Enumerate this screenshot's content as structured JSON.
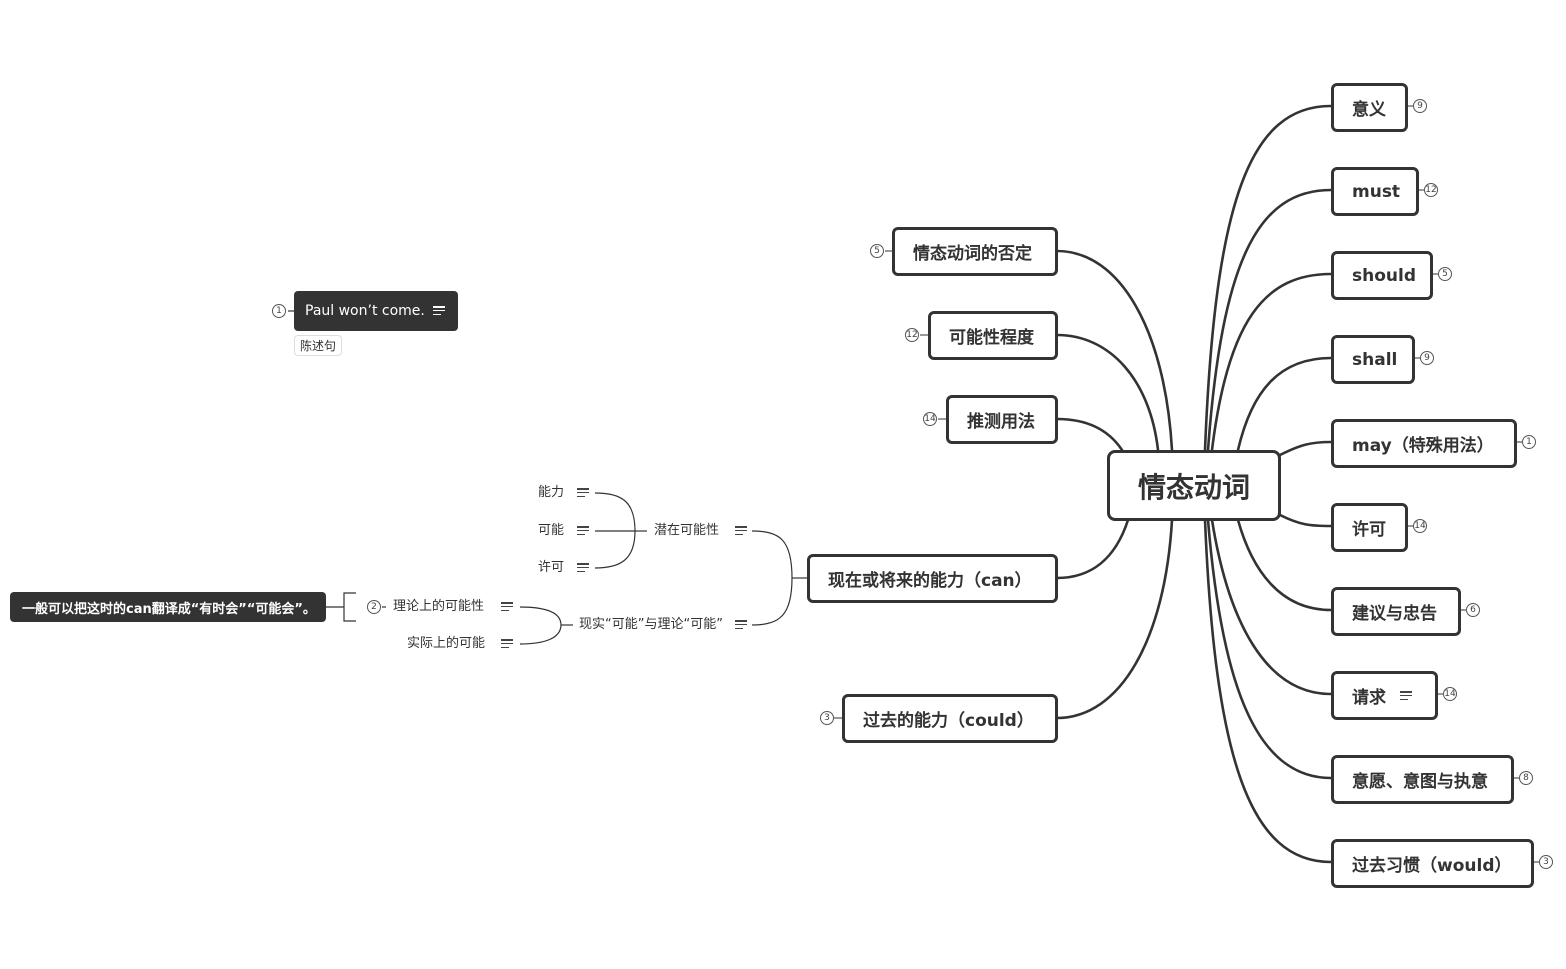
{
  "central": {
    "label": "情态动词"
  },
  "right_topics": [
    {
      "label": "意义",
      "count": "9"
    },
    {
      "label": "must",
      "count": "12"
    },
    {
      "label": "should",
      "count": "5"
    },
    {
      "label": "shall",
      "count": "9"
    },
    {
      "label": "may（特殊用法）",
      "count": "1"
    },
    {
      "label": "许可",
      "count": "14"
    },
    {
      "label": "建议与忠告",
      "count": "6"
    },
    {
      "label": "请求",
      "count": "14"
    },
    {
      "label": "意愿、意图与执意",
      "count": "8"
    },
    {
      "label": "过去习惯（would）",
      "count": "3"
    }
  ],
  "left_topics": [
    {
      "label": "情态动词的否定",
      "count": "5"
    },
    {
      "label": "可能性程度",
      "count": "12"
    },
    {
      "label": "推测用法",
      "count": "14"
    },
    {
      "label": "现在或将来的能力（can）"
    },
    {
      "label": "过去的能力（could）",
      "count": "3"
    }
  ],
  "can_branch": {
    "latent": {
      "label": "潜在可能性",
      "children": [
        "能力",
        "可能",
        "许可"
      ]
    },
    "reality": {
      "label": "现实“可能”与理论“可能”",
      "theory": {
        "label": "理论上的可能性",
        "count": "2"
      },
      "actual": {
        "label": "实际上的可能"
      }
    },
    "summary": "一般可以把这时的can翻译成“有时会”“可能会”。"
  },
  "floating": {
    "label": "Paul won’t come.",
    "count": "1",
    "tag": "陈述句"
  }
}
